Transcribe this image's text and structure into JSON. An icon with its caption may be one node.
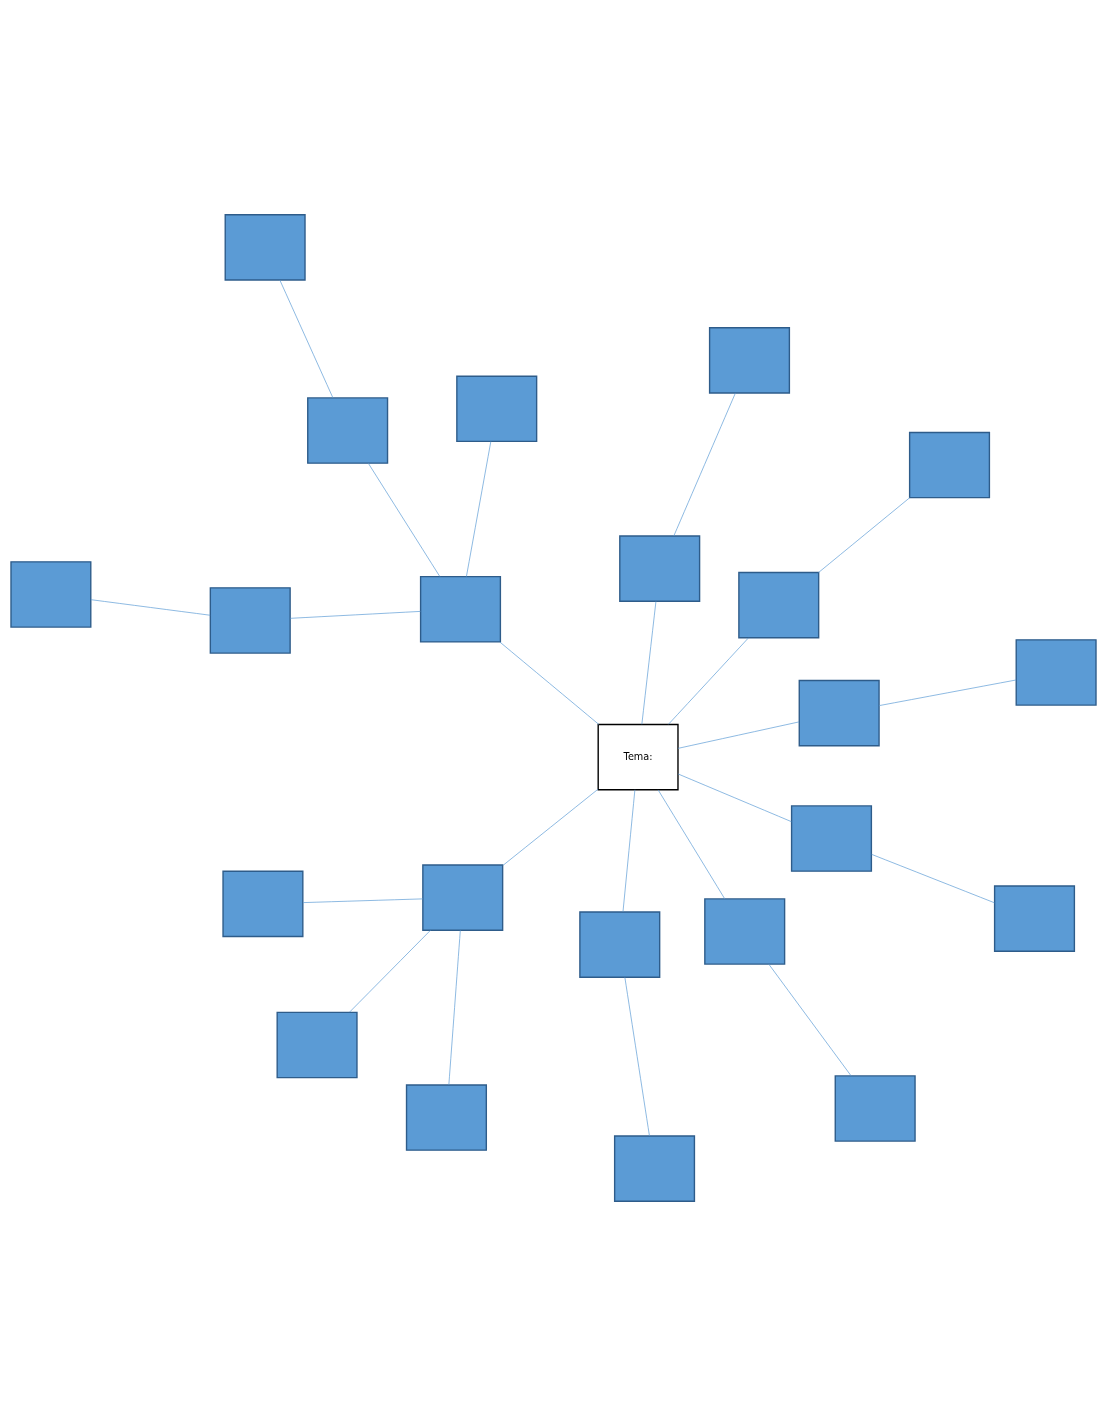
{
  "diagram": {
    "nodes": [
      {
        "text": [],
        "shape": "box"
      },
      {
        "text": [],
        "shape": "box"
      },
      {
        "text": [],
        "shape": "box"
      },
      {
        "text": [],
        "shape": "box"
      },
      {
        "text": [],
        "shape": "box"
      },
      {
        "text": [],
        "shape": "box"
      },
      {
        "text": [],
        "shape": "box"
      },
      {
        "text": [],
        "shape": "box"
      },
      {
        "text": [
          "Tema:"
        ]
      },
      {
        "text": [],
        "shape": "box"
      },
      {
        "text": [],
        "shape": "box"
      },
      {
        "text": [],
        "shape": "box"
      },
      {
        "text": [],
        "shape": "box"
      },
      {
        "text": [],
        "shape": "box"
      },
      {
        "text": [],
        "shape": "box"
      },
      {
        "text": [],
        "shape": "box"
      },
      {
        "text": [],
        "shape": "box"
      },
      {
        "text": [],
        "shape": "box"
      },
      {
        "text": [],
        "shape": "box"
      },
      {
        "text": [],
        "shape": "box"
      },
      {
        "text": [],
        "shape": "box"
      },
      {
        "text": [],
        "shape": "box"
      },
      {
        "text": [],
        "shape": "box"
      }
    ],
    "edges": [
      {
        "from": 3,
        "to": 0,
        "arrow": "none"
      },
      {
        "from": 3,
        "to": 1,
        "arrow": "none"
      },
      {
        "from": 3,
        "to": 2,
        "arrow": "none"
      },
      {
        "from": 8,
        "to": 3,
        "arrow": "none"
      },
      {
        "from": 8,
        "to": 5,
        "arrow": "none"
      },
      {
        "from": 5,
        "to": 4,
        "arrow": "none"
      },
      {
        "from": 8,
        "to": 6,
        "arrow": "none"
      },
      {
        "from": 6,
        "to": 7,
        "arrow": "none"
      },
      {
        "from": 8,
        "to": 10,
        "arrow": "none"
      },
      {
        "from": 10,
        "to": 9,
        "arrow": "none"
      },
      {
        "from": 8,
        "to": 11,
        "arrow": "none"
      },
      {
        "from": 11,
        "to": 12,
        "arrow": "none"
      },
      {
        "from": 8,
        "to": 14,
        "arrow": "none"
      },
      {
        "from": 14,
        "to": 13,
        "arrow": "none"
      },
      {
        "from": 8,
        "to": 15,
        "arrow": "none"
      },
      {
        "from": 15,
        "to": 16,
        "arrow": "none"
      },
      {
        "from": 8,
        "to": 17,
        "arrow": "none"
      },
      {
        "from": 17,
        "to": 19,
        "arrow": "none"
      },
      {
        "from": 19,
        "to": 18,
        "arrow": "none"
      },
      {
        "from": 17,
        "to": 22,
        "arrow": "none"
      },
      {
        "from": 17,
        "to": 20,
        "arrow": "none"
      },
      {
        "from": 20,
        "to": 21,
        "arrow": "none"
      }
    ]
  }
}
